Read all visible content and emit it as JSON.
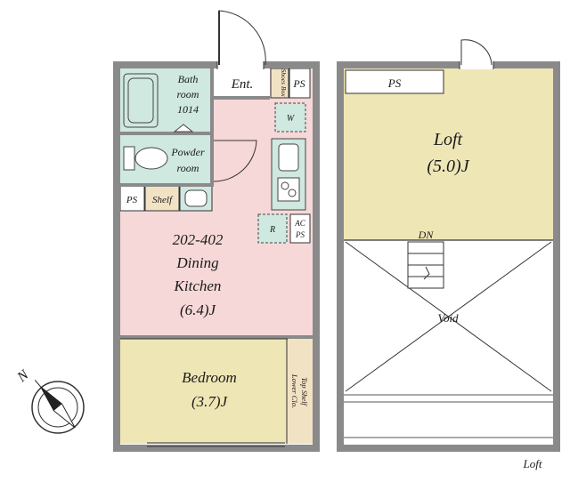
{
  "plan": {
    "ent": "Ent.",
    "bathroom_line1": "Bath",
    "bathroom_line2": "room",
    "bathroom_line3": "1014",
    "shoes_box": "Shoes Box",
    "ps_top": "PS",
    "w_label": "W",
    "powder_line1": "Powder",
    "powder_line2": "room",
    "ps_left": "PS",
    "shelf": "Shelf",
    "r_label": "R",
    "ac": "AC",
    "ps_ac": "PS",
    "dk_line1": "202-402",
    "dk_line2": "Dining",
    "dk_line3": "Kitchen",
    "dk_line4": "(6.4)J",
    "bedroom_line1": "Bedroom",
    "bedroom_line2": "(3.7)J",
    "shelf_side_1": "Top Shelf",
    "shelf_side_2": "Lower Clo."
  },
  "loft": {
    "ps": "PS",
    "title_line1": "Loft",
    "title_line2": "(5.0)J",
    "dn": "DN",
    "void": "Void",
    "caption": "Loft"
  },
  "compass": {
    "north": "N"
  },
  "colors": {
    "wall": "#8a8a8a",
    "dining": "#f6d8d8",
    "bedroom": "#efe6b6",
    "loft": "#efe6b6",
    "wet": "#cfe8e0",
    "shelf": "#f2e2c4"
  }
}
